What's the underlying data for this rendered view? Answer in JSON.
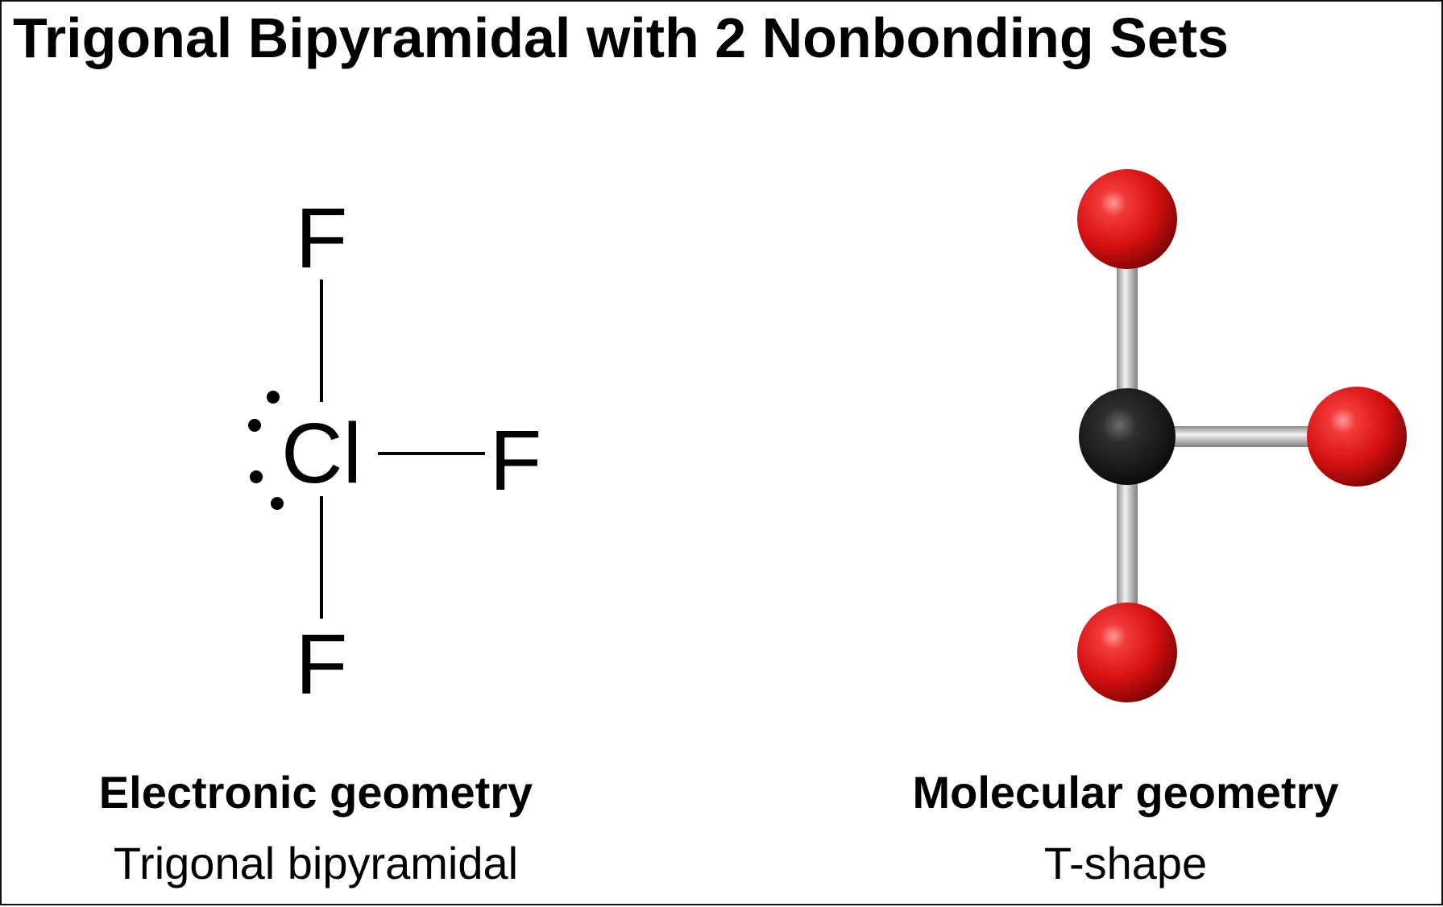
{
  "title": "Trigonal Bipyramidal with 2 Nonbonding Sets",
  "lewis_structure": {
    "central_atom": "Cl",
    "atoms": {
      "top": "F",
      "right": "F",
      "bottom": "F"
    },
    "lone_pair_count": 2
  },
  "ball_and_stick": {
    "central_atom_color": "#1a1a1a",
    "outer_atom_color": "#d61010",
    "bond_color": "#b8b8b8"
  },
  "captions": {
    "electronic": {
      "heading": "Electronic geometry",
      "value": "Trigonal bipyramidal"
    },
    "molecular": {
      "heading": "Molecular geometry",
      "value": "T-shape"
    }
  }
}
